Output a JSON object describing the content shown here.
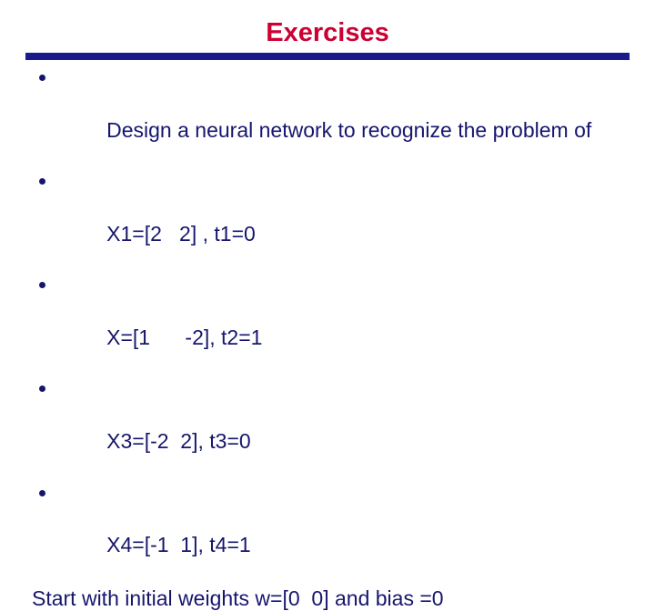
{
  "slide": {
    "title": "Exercises",
    "accent_color": "#cc0033",
    "rule_color": "#1a1a8c",
    "text_color": "#16166e",
    "bullets": [
      "Design a neural network to recognize the problem of",
      "X1=[2   2] , t1=0",
      "X=[1      -2], t2=1",
      "X3=[-2  2], t3=0",
      "X4=[-1  1], t4=1"
    ],
    "closing_line": "Start with initial weights w=[0  0] and bias =0"
  }
}
